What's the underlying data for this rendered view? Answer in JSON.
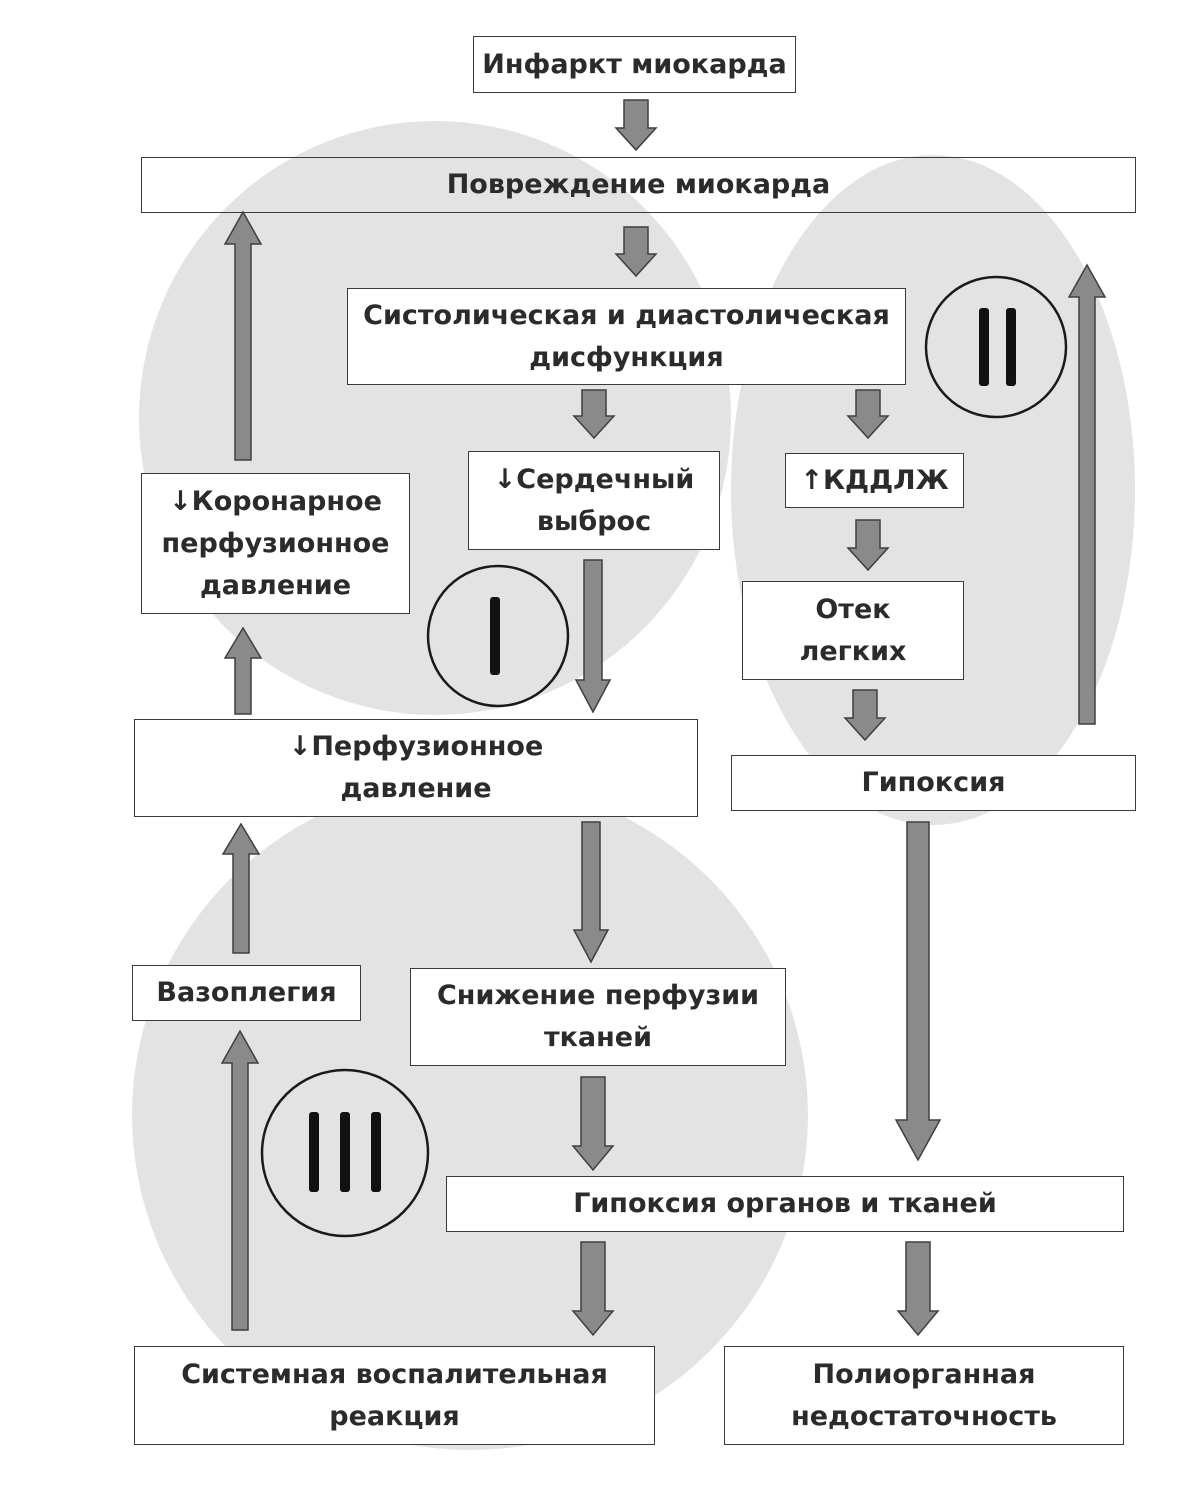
{
  "colors": {
    "zone_fill": "#e3e3e3",
    "arrow_fill": "#8a8a8a",
    "arrow_stroke": "#3f3f3f",
    "box_border": "#3a3a3a",
    "text": "#2b2b2b"
  },
  "zones": [
    {
      "id": "zone-1",
      "label": "I"
    },
    {
      "id": "zone-2",
      "label": "II"
    },
    {
      "id": "zone-3",
      "label": "III"
    }
  ],
  "nodes": {
    "infarct": "Инфаркт миокарда",
    "damage": "Повреждение миокарда",
    "dysfunction": "Систолическая и диастолическая\nдисфункция",
    "cardiac_output": "↓Сердечный\nвыброс",
    "kddlzh": "↑КДДЛЖ",
    "lung_edema": "Отек\nлегких",
    "hypoxia": "Гипоксия",
    "coronary": "↓Коронарное\nперфузионное\nдавление",
    "perfusion_pressure": "↓Перфузионное\nдавление",
    "vasoplegia": "Вазоплегия",
    "tissue_perfusion": "Снижение перфузии\nтканей",
    "organ_hypoxia": "Гипоксия органов и тканей",
    "inflammation": "Системная воспалительная\nреакция",
    "mof": "Полиорганная\nнедостаточность"
  },
  "edges": [
    {
      "from": "infarct",
      "to": "damage"
    },
    {
      "from": "damage",
      "to": "dysfunction"
    },
    {
      "from": "dysfunction",
      "to": "cardiac_output"
    },
    {
      "from": "dysfunction",
      "to": "kddlzh"
    },
    {
      "from": "kddlzh",
      "to": "lung_edema"
    },
    {
      "from": "lung_edema",
      "to": "hypoxia"
    },
    {
      "from": "hypoxia",
      "to": "damage"
    },
    {
      "from": "cardiac_output",
      "to": "perfusion_pressure"
    },
    {
      "from": "perfusion_pressure",
      "to": "coronary"
    },
    {
      "from": "coronary",
      "to": "damage"
    },
    {
      "from": "perfusion_pressure",
      "to": "tissue_perfusion"
    },
    {
      "from": "vasoplegia",
      "to": "perfusion_pressure"
    },
    {
      "from": "inflammation",
      "to": "vasoplegia"
    },
    {
      "from": "tissue_perfusion",
      "to": "organ_hypoxia"
    },
    {
      "from": "hypoxia",
      "to": "organ_hypoxia"
    },
    {
      "from": "organ_hypoxia",
      "to": "inflammation"
    },
    {
      "from": "organ_hypoxia",
      "to": "mof"
    }
  ]
}
